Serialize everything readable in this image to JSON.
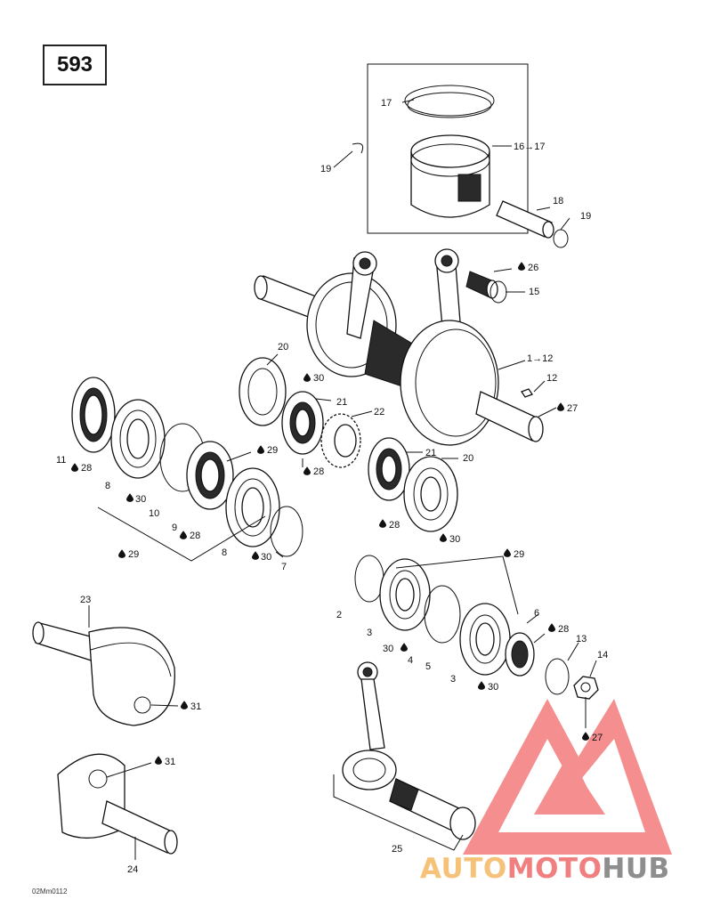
{
  "page_number": "593",
  "reference_code": "02Mm0112",
  "watermark": {
    "part1": "AUTO",
    "part2": "MOTO",
    "part3": "HUB",
    "colors": {
      "auto": "#f6c27a",
      "moto": "#f07f7f",
      "hub": "#8e8e8e",
      "logo": "#f26a6a"
    }
  },
  "callouts": {
    "c17": "17",
    "c16_17": "16→17",
    "c19a": "19",
    "c18": "18",
    "c19b": "19",
    "c26": "26",
    "c15": "15",
    "c1_12": "1→12",
    "c12": "12",
    "c27a": "27",
    "c20a": "20",
    "c30a": "30",
    "c21a": "21",
    "c22": "22",
    "c28a": "28",
    "c11": "11",
    "c28b": "28",
    "c8a": "8",
    "c30b": "30",
    "c10": "10",
    "c29a": "29",
    "c9": "9",
    "c28c": "28",
    "c8b": "8",
    "c30c": "30",
    "c7": "7",
    "c29b": "29",
    "c21b": "21",
    "c20b": "20",
    "c28d": "28",
    "c30d": "30",
    "c29c": "29",
    "c2": "2",
    "c6": "6",
    "c28e": "28",
    "c3a": "3",
    "c30e": "30",
    "c4": "4",
    "c5": "5",
    "c3b": "3",
    "c30f": "30",
    "c13": "13",
    "c14": "14",
    "c27b": "27",
    "c23": "23",
    "c31a": "31",
    "c31b": "31",
    "c24": "24",
    "c25": "25"
  }
}
